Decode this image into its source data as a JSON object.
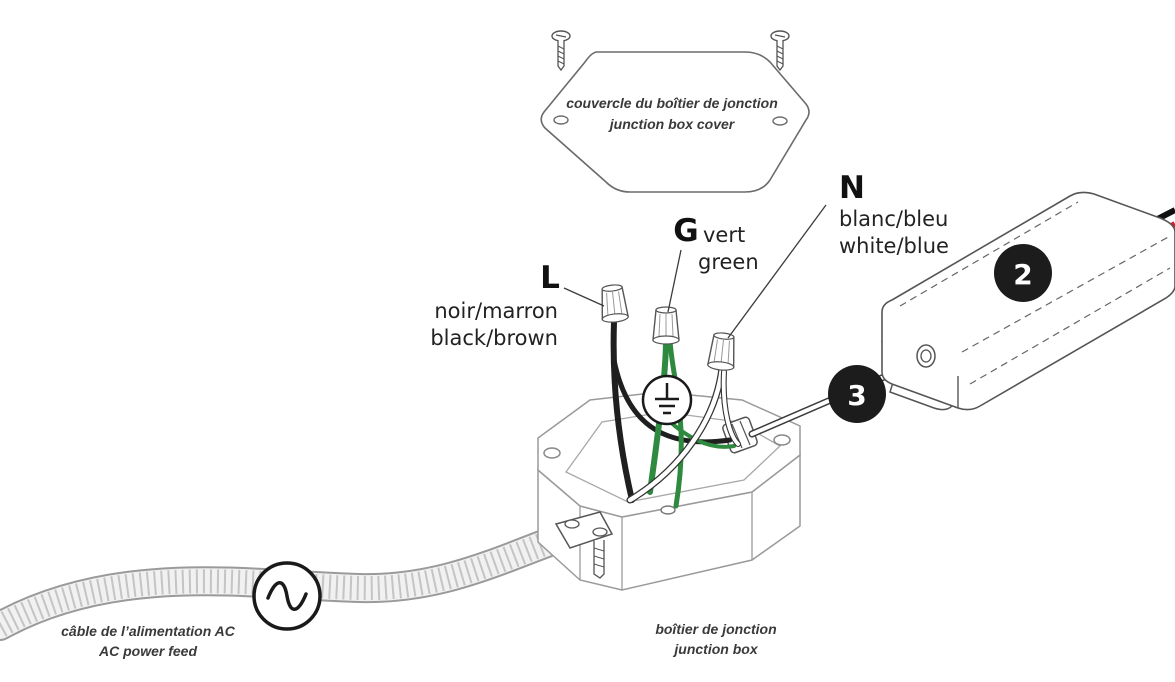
{
  "cover": {
    "fr": "couvercle du boîtier de jonction",
    "en": "junction box cover"
  },
  "ground": {
    "letter": "G",
    "fr": "vert",
    "en": "green"
  },
  "live": {
    "letter": "L",
    "fr": "noir/marron",
    "en": "black/brown"
  },
  "neutral": {
    "letter": "N",
    "fr": "blanc/bleu",
    "en": "white/blue"
  },
  "power_feed": {
    "fr": "câble de l’alimentation AC",
    "en": "AC power feed"
  },
  "junction_box": {
    "fr": "boîtier de jonction",
    "en": "junction box"
  },
  "badges": {
    "driver": "2",
    "cable": "3"
  },
  "colors": {
    "line": "#3b3b3b",
    "box_stroke": "#9a9a9a",
    "black_wire": "#1f1f1f",
    "green_wire": "#2d8a3e",
    "white_wire": "#ffffff",
    "red_wire": "#d42027",
    "badge_bg": "#1c1c1c"
  }
}
